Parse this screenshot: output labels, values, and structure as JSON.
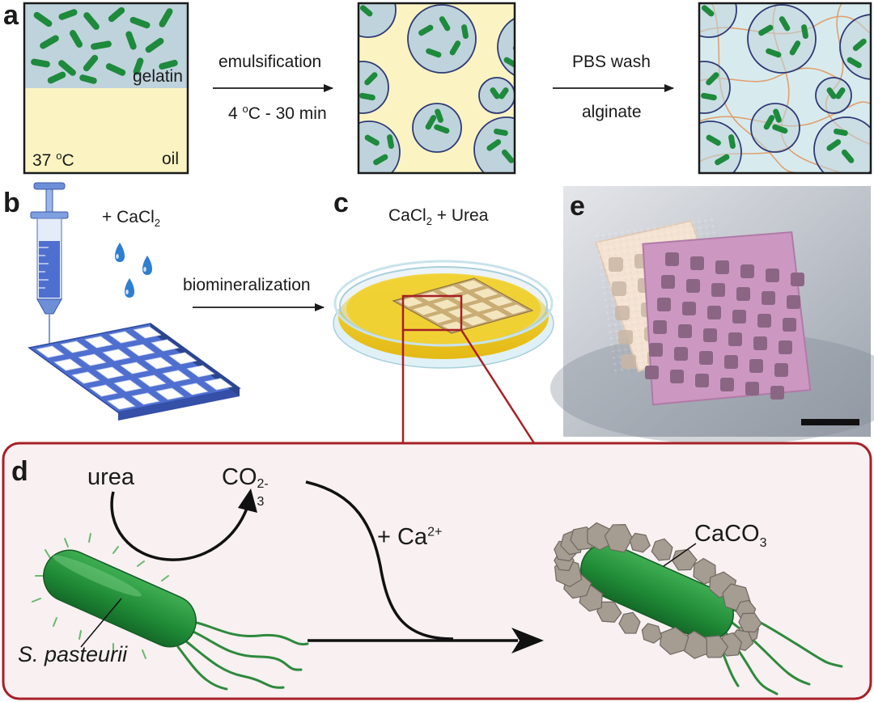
{
  "panels": {
    "a": {
      "label": "a",
      "box1": {
        "gelatin": "gelatin",
        "temp_value": "37",
        "temp_sup": "o",
        "temp_unit": "C",
        "oil": "oil"
      },
      "step1": {
        "top": "emulsification",
        "bottom_value": "4",
        "bottom_sup": "o",
        "bottom_rest": "C - 30 min"
      },
      "step2": {
        "top": "PBS wash",
        "bottom": "alginate"
      }
    },
    "b": {
      "label": "b",
      "reagent_main": "+ CaCl",
      "reagent_sub": "2",
      "arrow": "biomineralization"
    },
    "c": {
      "label": "c",
      "title_a": "CaCl",
      "title_sub": "2",
      "title_b": " + Urea"
    },
    "e": {
      "label": "e"
    },
    "d": {
      "label": "d",
      "urea": "urea",
      "carbonate_main": "CO",
      "carbonate_sub": "3",
      "carbonate_sup": "2-",
      "calcium_main": "+ Ca",
      "calcium_sup": "2+",
      "product_main": "CaCO",
      "product_sub": "3",
      "organism": "S. pasteurii"
    }
  },
  "colors": {
    "gelatin_blue": "#bfd3dc",
    "oil_yellow": "#fbf4c2",
    "bacteria_green": "#1d8a3c",
    "droplet_border": "#2e3a75",
    "alginate_fiber": "#e0a070",
    "dark_red": "#a62026",
    "panel_d_bg": "#f8f0f1",
    "scaffold_blue": "#4f6fd0",
    "dish_yellow": "#f2cf22",
    "mineral_gray": "#a59d92"
  }
}
